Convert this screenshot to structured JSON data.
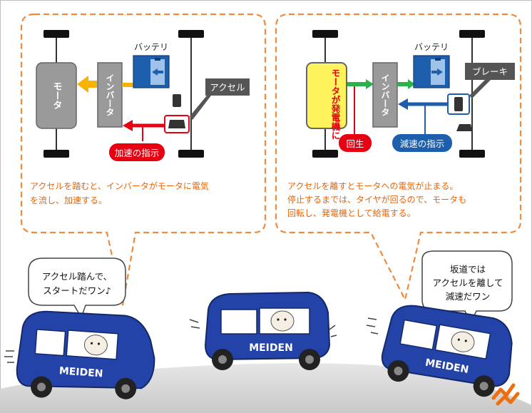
{
  "left_panel": {
    "motor_label": "モータ",
    "inverter_label": "インバータ",
    "battery_label": "バッテリ",
    "accel_tag": "アクセル",
    "accel_signal": "加速の指示",
    "caption_lines": [
      "アクセルを踏むと、インバータがモータに電気",
      "を流し、加速する。"
    ]
  },
  "right_panel": {
    "generator_label": "モータが発電機に",
    "inverter_label": "インバータ",
    "battery_label": "バッテリ",
    "brake_tag": "ブレーキ",
    "regen_tag": "回生",
    "decel_signal": "減速の指示",
    "caption_lines": [
      "アクセルを離すとモータへの電気が止まる。",
      "停止するまでは、タイヤが回るので、モータも",
      "回転し、発電機として給電する。"
    ]
  },
  "bubbles": {
    "left_lines": [
      "アクセル踏んで、",
      "スタートだワン♪"
    ],
    "right_lines": [
      "坂道では",
      "アクセルを離して",
      "減速だワン"
    ]
  },
  "car_logo": "MEIDEN",
  "colors": {
    "dash_orange": "#f08a3c",
    "caption_orange": "#e8650a",
    "red": "#e60012",
    "blue": "#1d5fad",
    "green": "#29b34a",
    "yellow_arrow": "#f6b400",
    "car_blue": "#2443a8",
    "gray_box": "#9a9a9a",
    "dark_tag": "#555555"
  }
}
